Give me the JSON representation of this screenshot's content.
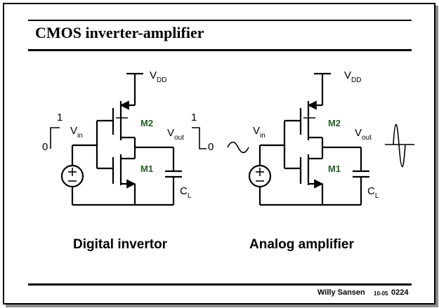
{
  "slide": {
    "title": "CMOS inverter-amplifier",
    "captions": {
      "left": "Digital invertor",
      "right": "Analog amplifier"
    },
    "footer": {
      "author": "Willy Sansen",
      "date": "10-05",
      "page": "0224"
    }
  },
  "left_circuit": {
    "supply": {
      "main": "V",
      "sub": "DD"
    },
    "input": {
      "main": "V",
      "sub": "in"
    },
    "output": {
      "main": "V",
      "sub": "out"
    },
    "load": {
      "main": "C",
      "sub": "L"
    },
    "pmos": "M2",
    "nmos": "M1",
    "input_levels": {
      "high": "1",
      "low": "0"
    },
    "output_levels": {
      "high": "1",
      "low": "0"
    }
  },
  "right_circuit": {
    "supply": {
      "main": "V",
      "sub": "DD"
    },
    "input": {
      "main": "V",
      "sub": "in"
    },
    "output": {
      "main": "V",
      "sub": "out"
    },
    "load": {
      "main": "C",
      "sub": "L"
    },
    "pmos": "M2",
    "nmos": "M1"
  },
  "colors": {
    "device_label": "#245c24",
    "shadow": "#8a8a8a"
  }
}
